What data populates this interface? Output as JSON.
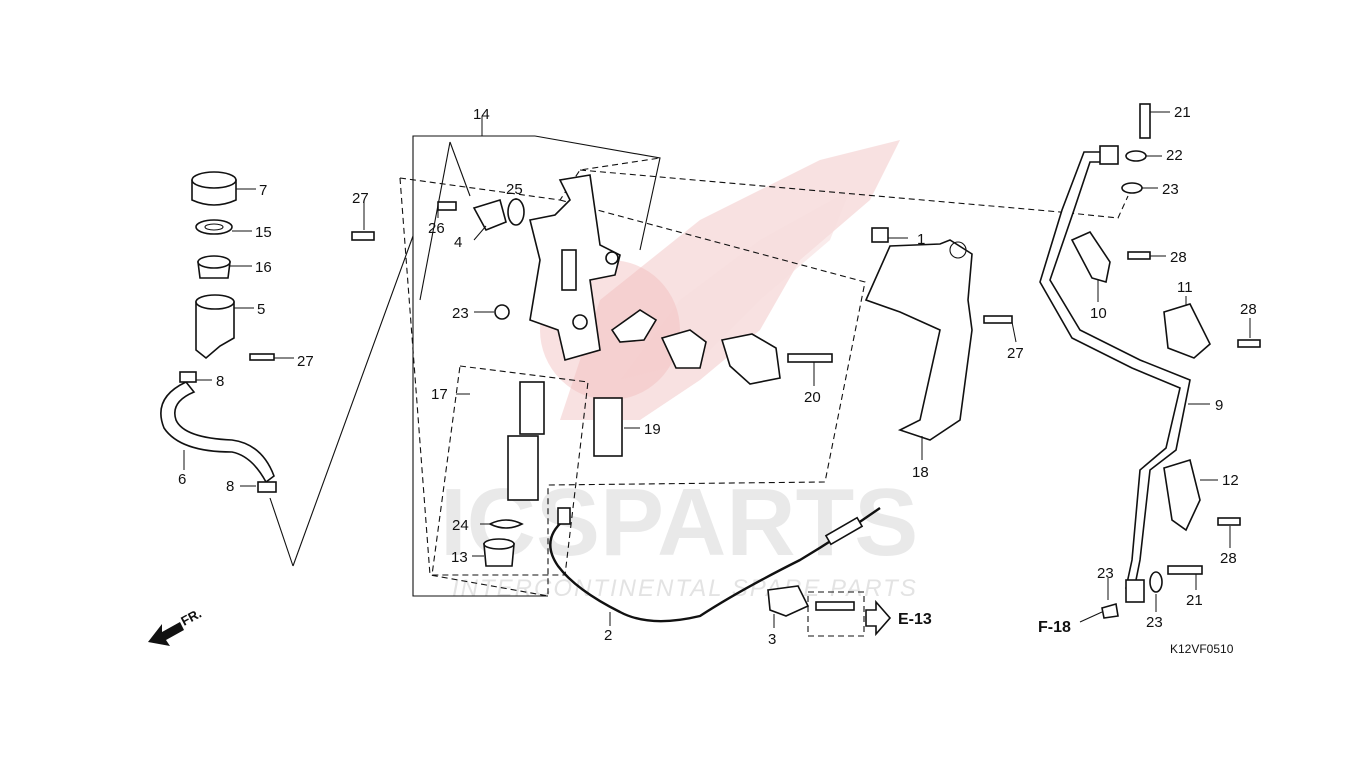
{
  "diagram_code": "K12VF0510",
  "watermark": {
    "brand": "ICSPARTS",
    "tagline": "INTERCONTINENTAL SPARE PARTS"
  },
  "front_arrow_label": "FR.",
  "references": [
    {
      "label": "E-13"
    },
    {
      "label": "F-18"
    }
  ],
  "callouts": [
    {
      "id": "c1",
      "label": "1"
    },
    {
      "id": "c2",
      "label": "2"
    },
    {
      "id": "c3",
      "label": "3"
    },
    {
      "id": "c4",
      "label": "4"
    },
    {
      "id": "c5",
      "label": "5"
    },
    {
      "id": "c6",
      "label": "6"
    },
    {
      "id": "c7",
      "label": "7"
    },
    {
      "id": "c8a",
      "label": "8"
    },
    {
      "id": "c8b",
      "label": "8"
    },
    {
      "id": "c9",
      "label": "9"
    },
    {
      "id": "c10",
      "label": "10"
    },
    {
      "id": "c11",
      "label": "11"
    },
    {
      "id": "c12",
      "label": "12"
    },
    {
      "id": "c13",
      "label": "13"
    },
    {
      "id": "c14",
      "label": "14"
    },
    {
      "id": "c15",
      "label": "15"
    },
    {
      "id": "c16",
      "label": "16"
    },
    {
      "id": "c17",
      "label": "17"
    },
    {
      "id": "c18",
      "label": "18"
    },
    {
      "id": "c19",
      "label": "19"
    },
    {
      "id": "c20",
      "label": "20"
    },
    {
      "id": "c21a",
      "label": "21"
    },
    {
      "id": "c21b",
      "label": "21"
    },
    {
      "id": "c22",
      "label": "22"
    },
    {
      "id": "c23a",
      "label": "23"
    },
    {
      "id": "c23b",
      "label": "23"
    },
    {
      "id": "c23c",
      "label": "23"
    },
    {
      "id": "c23d",
      "label": "23"
    },
    {
      "id": "c24",
      "label": "24"
    },
    {
      "id": "c25",
      "label": "25"
    },
    {
      "id": "c26",
      "label": "26"
    },
    {
      "id": "c27a",
      "label": "27"
    },
    {
      "id": "c27b",
      "label": "27"
    },
    {
      "id": "c27c",
      "label": "27"
    },
    {
      "id": "c28a",
      "label": "28"
    },
    {
      "id": "c28b",
      "label": "28"
    },
    {
      "id": "c28c",
      "label": "28"
    }
  ]
}
